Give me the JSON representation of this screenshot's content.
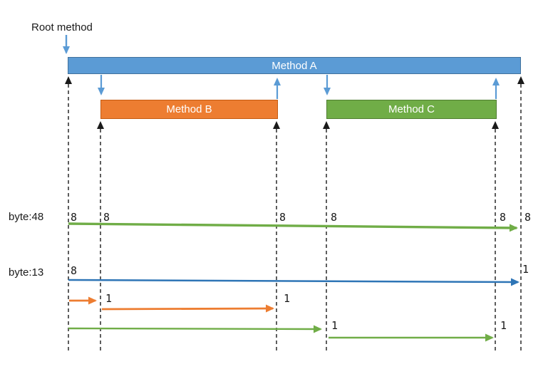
{
  "labels": {
    "root_method": "Root method",
    "byte_row_1": "byte:48",
    "byte_row_2": "byte:13"
  },
  "bars": {
    "a": {
      "label": "Method A",
      "fill": "#5b9bd5",
      "border": "#41719c"
    },
    "b": {
      "label": "Method B",
      "fill": "#ed7d31",
      "border": "#c55b11"
    },
    "c": {
      "label": "Method C",
      "fill": "#70ad47",
      "border": "#507e32"
    }
  },
  "byte_markers": {
    "row1": [
      "8",
      "8",
      "8",
      "8",
      "8",
      "8"
    ],
    "row2": [
      "8",
      "1"
    ],
    "orange_row": [
      "1",
      "1"
    ],
    "green_row": [
      "1",
      "1"
    ]
  },
  "colors": {
    "connector_blue": "#5b9bd5",
    "arrow_blue": "#2e75b6",
    "arrow_green": "#70ad47",
    "arrow_orange": "#ed7d31",
    "dashed_black": "#1a1a1a"
  }
}
